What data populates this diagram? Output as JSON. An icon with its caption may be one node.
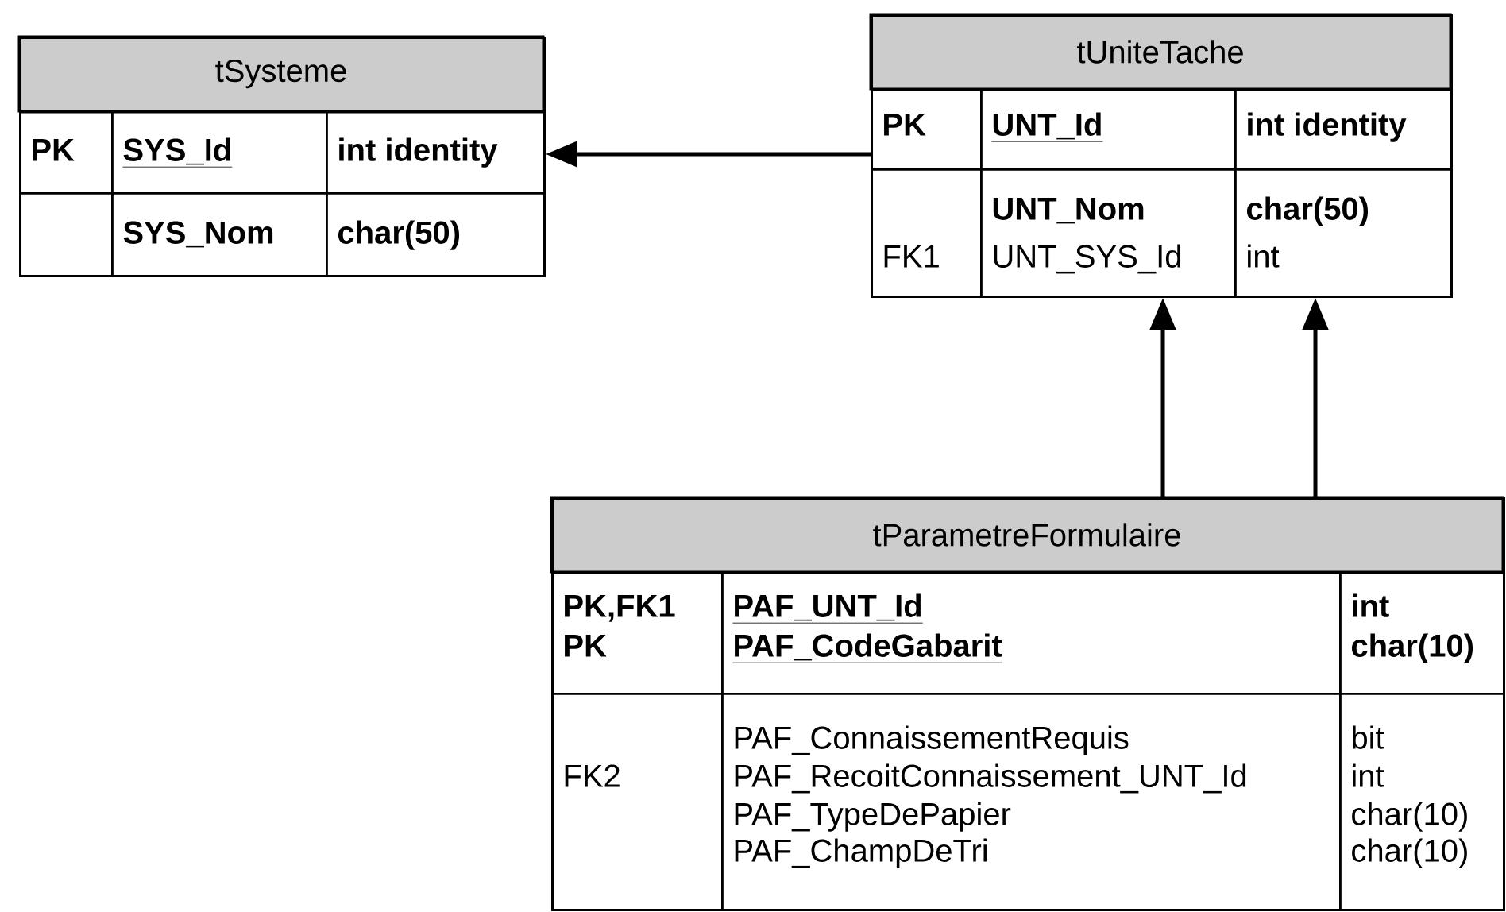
{
  "diagram": {
    "nodes": [
      {
        "text": [
          "tSysteme"
        ]
      },
      {
        "text": [
          "PK"
        ],
        "in": 0
      },
      {
        "text": [
          "SYS_Id"
        ],
        "in": 0
      },
      {
        "text": [
          "int identity"
        ],
        "in": 0
      },
      {
        "text": [],
        "shape": "box",
        "in": 0
      },
      {
        "text": [
          "SYS_Nom"
        ],
        "in": 0
      },
      {
        "text": [
          "char(50)"
        ],
        "in": 0
      },
      {
        "text": [
          "tUniteTache"
        ]
      },
      {
        "text": [
          "PK"
        ],
        "in": 7
      },
      {
        "text": [
          "UNT_Id"
        ],
        "in": 7
      },
      {
        "text": [
          "int identity"
        ],
        "in": 7
      },
      {
        "text": [
          "FK1"
        ],
        "in": 7
      },
      {
        "text": [
          "UNT_Nom",
          "UNT_SYS_Id"
        ],
        "in": 7
      },
      {
        "text": [
          "char(50)",
          "int"
        ],
        "in": 7
      },
      {
        "text": [
          "tParametreFormulaire"
        ]
      },
      {
        "text": [
          "PK,FK1",
          "PK"
        ],
        "in": 14
      },
      {
        "text": [
          "PAF_UNT_Id",
          "PAF_CodeGabarit"
        ],
        "in": 14
      },
      {
        "text": [
          "int",
          "char(10)"
        ],
        "in": 14
      },
      {
        "text": [
          "FK2"
        ],
        "in": 14
      },
      {
        "text": [
          "PAF_ConnaissementRequis",
          "PAF_RecoitConnaissement_UNT_Id",
          "PAF_TypeDePapier",
          "PAF_ChampDeTri"
        ],
        "in": 14
      },
      {
        "text": [
          "bit",
          "int",
          "char(10)",
          "char(10)"
        ],
        "in": 14
      }
    ],
    "edges": [
      {
        "from": 7,
        "to": 0,
        "arrow": "to"
      },
      {
        "from": 14,
        "to": 7,
        "arrow": "to"
      },
      {
        "from": 14,
        "to": 7,
        "arrow": "to"
      }
    ]
  }
}
